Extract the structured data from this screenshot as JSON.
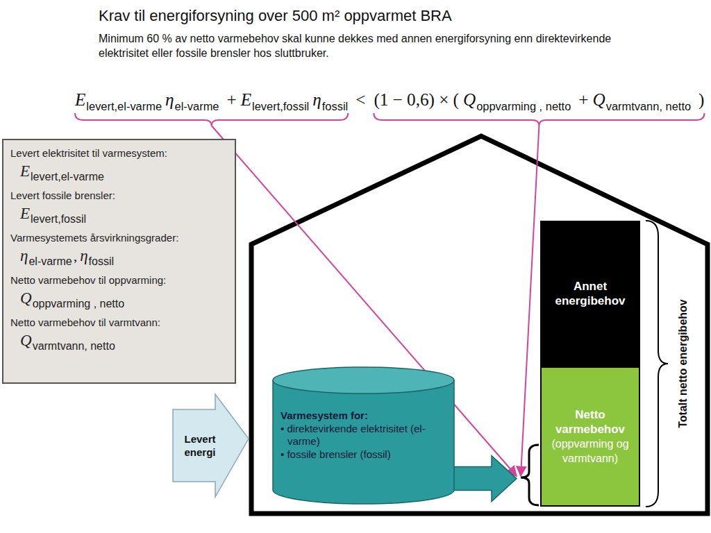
{
  "diagram": {
    "title": "Krav til energiforsyning over 500 m² oppvarmet BRA",
    "nodes": [
      {
        "text": [
          "Levert elektrisitet til varmesystem:",
          "E",
          "levert,el-varme",
          "Levert fossile brensler:",
          "E",
          "levert,fossil",
          "Varmesystemets årsvirkningsgrader:",
          "η",
          "el-varme",
          ",",
          "η",
          "fossil",
          "Netto varmebehov til oppvarming:",
          "Q",
          "oppvarming , netto",
          "Netto varmebehov til varmtvann:",
          "Q",
          "varmtvann, netto"
        ]
      },
      {
        "text": [
          "Levert energi"
        ]
      },
      {
        "text": [
          "Varmesystem for:",
          "• direktevirkende elektrisitet (el-varme)",
          "• fossile brensler (fossil)"
        ]
      },
      {
        "text": [
          "Annet energibehov"
        ]
      },
      {
        "text": [
          "Netto varmebehov",
          "(oppvarming og varmtvann)"
        ]
      }
    ],
    "edges": [
      {
        "from": 2,
        "to": 4,
        "arrow": "to"
      }
    ],
    "labels": [
      "Minimum 60 % av netto varmebehov skal kunne dekkes med annen energiforsyning enn direktevirkende elektrisitet eller fossile brensler hos sluttbruker.",
      "E",
      "levert,el-varme",
      "η",
      "el-varme",
      "+",
      "E",
      "levert,fossil",
      "η",
      "fossil",
      "<",
      "(1 − 0,6) × (",
      "Q",
      "oppvarming , netto",
      "+",
      "Q",
      "varmtvann, netto",
      ")",
      "Totalt netto energibehov"
    ]
  }
}
